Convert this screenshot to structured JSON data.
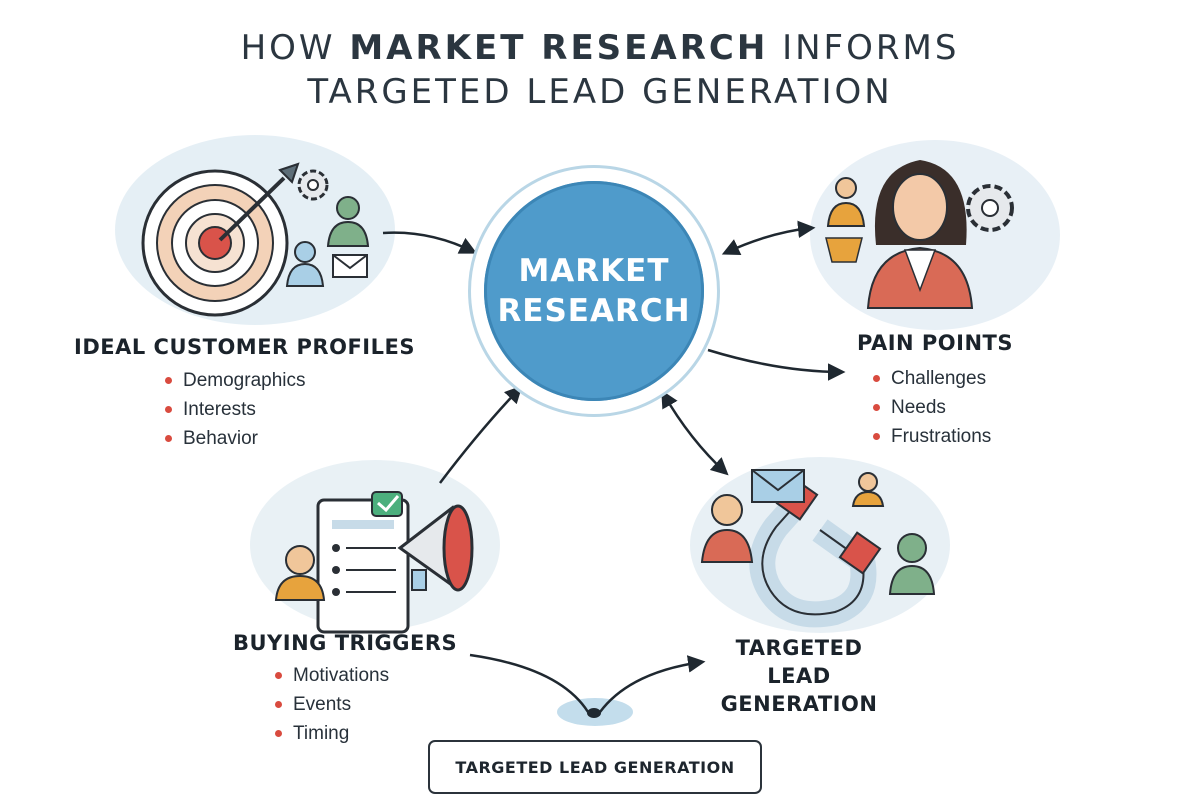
{
  "title": {
    "line1_prefix": "HOW ",
    "line1_bold": "MARKET RESEARCH",
    "line1_suffix": " INFORMS",
    "line2": "TARGETED LEAD GENERATION"
  },
  "hub": {
    "line1": "MARKET",
    "line2": "RESEARCH"
  },
  "ideal_customer_profiles": {
    "heading": "IDEAL CUSTOMER PROFILES",
    "items": [
      "Demographics",
      "Interests",
      "Behavior"
    ]
  },
  "pain_points": {
    "heading": "PAIN POINTS",
    "items": [
      "Challenges",
      "Needs",
      "Frustrations"
    ]
  },
  "buying_triggers": {
    "heading": "BUYING TRIGGERS",
    "items": [
      "Motivations",
      "Events",
      "Timing"
    ]
  },
  "targeted_lead_generation": {
    "heading_line1": "TARGETED LEAD",
    "heading_line2": "GENERATION"
  },
  "bottom_box": {
    "label": "TARGETED LEAD GENERATION"
  },
  "colors": {
    "hub_fill": "#4f9bcb",
    "hub_ring": "#b9d6e6",
    "bullet": "#d94b3f",
    "accent_red": "#d94b3f",
    "accent_orange": "#e7a33d",
    "accent_green": "#7fb08a",
    "accent_blue": "#a9cfe6"
  },
  "icons": {
    "ideal_customer_profiles": [
      "target-icon",
      "arrow-icon",
      "gear-icon",
      "person-icon",
      "envelope-icon"
    ],
    "pain_points": [
      "woman-icon",
      "gear-icon",
      "person-icon"
    ],
    "buying_triggers": [
      "checklist-icon",
      "megaphone-icon",
      "person-icon",
      "checkmark-icon"
    ],
    "targeted_lead_generation": [
      "magnet-icon",
      "envelope-icon",
      "person-icon"
    ]
  }
}
